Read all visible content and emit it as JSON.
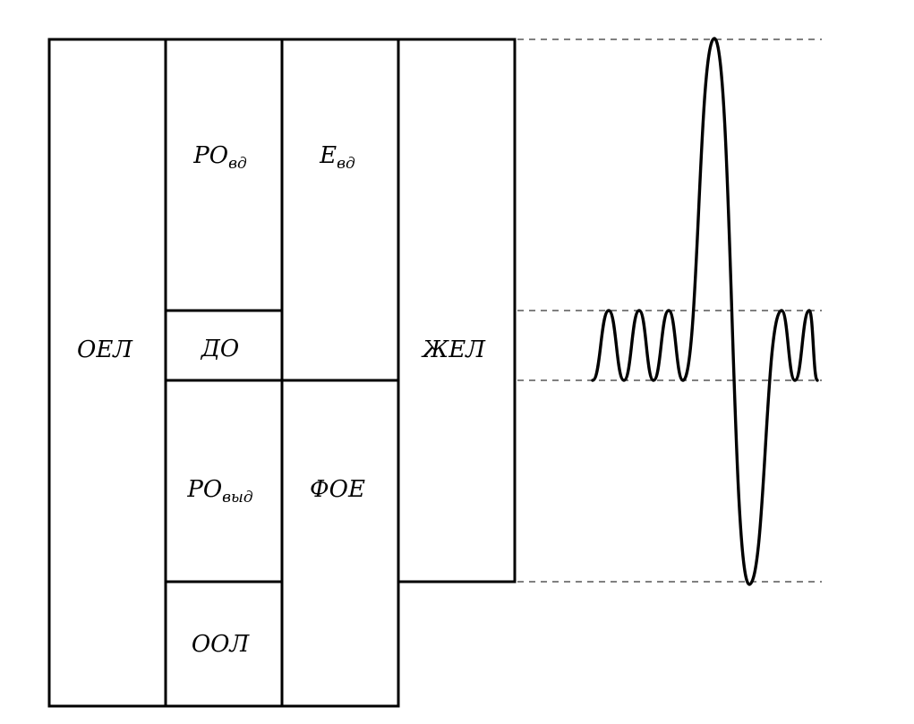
{
  "diagram": {
    "title": "",
    "labels": {
      "oel": "ОЕЛ",
      "ro_in_main": "РО",
      "ro_in_sub": "вд",
      "e_in_main": "Е",
      "e_in_sub": "вд",
      "do": "ДО",
      "zhel": "ЖЕЛ",
      "ro_out_main": "РО",
      "ro_out_sub": "выд",
      "foe": "ФОЕ",
      "ool": "ООЛ"
    },
    "colors": {
      "stroke": "#000000",
      "background": "#ffffff"
    }
  }
}
